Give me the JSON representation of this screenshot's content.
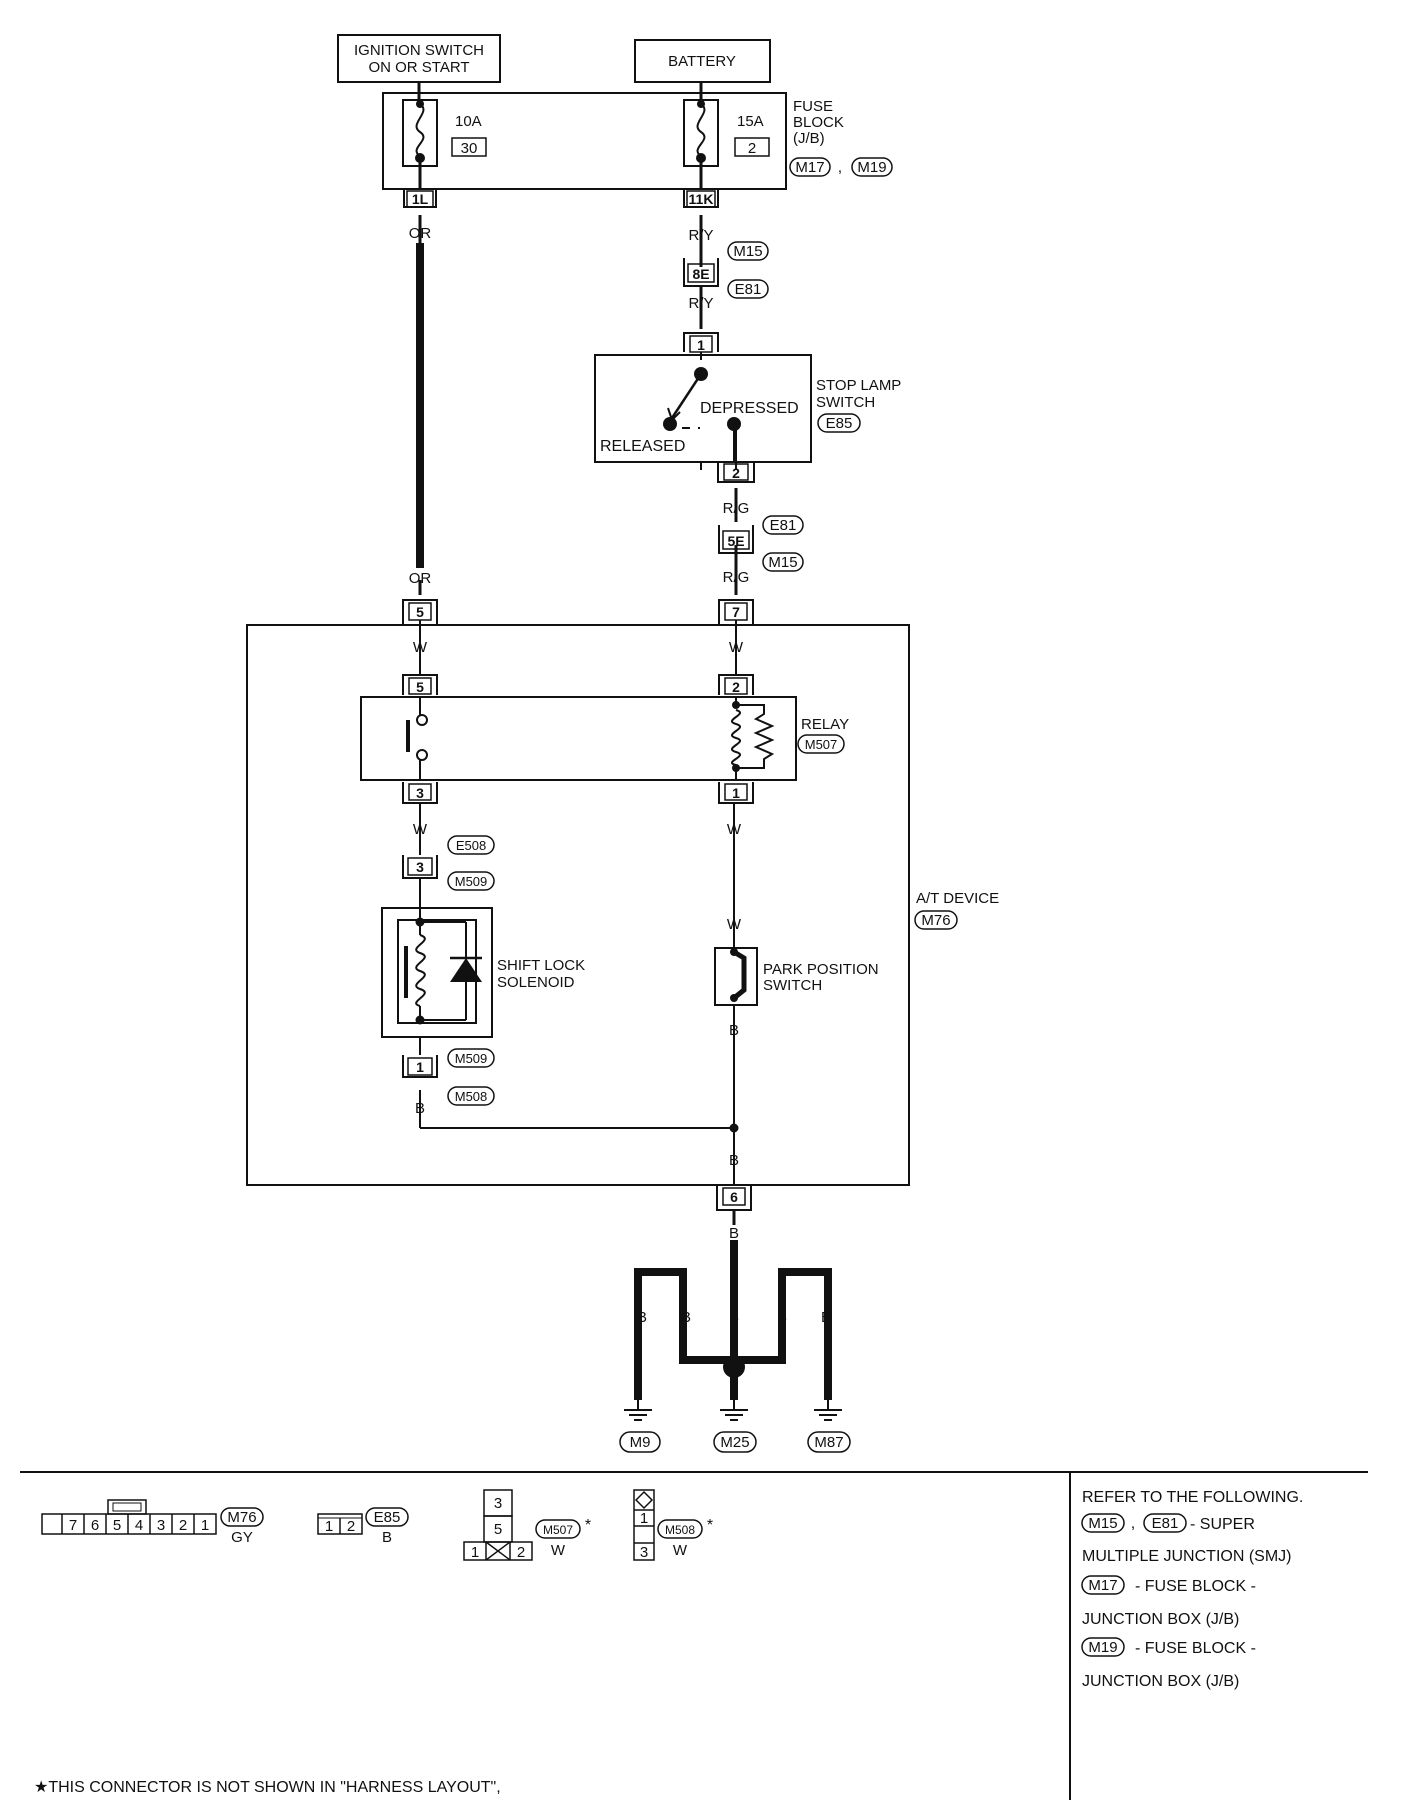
{
  "sources": {
    "ignition_l1": "IGNITION SWITCH",
    "ignition_l2": "ON OR START",
    "battery": "BATTERY"
  },
  "fuse_block": {
    "l1": "FUSE",
    "l2": "BLOCK",
    "l3": "(J/B)",
    "conn_a": "M17",
    "sep": ",",
    "conn_b": "M19",
    "fuse_left": {
      "rating": "10A",
      "number": "30",
      "pin": "1L"
    },
    "fuse_right": {
      "rating": "15A",
      "number": "2",
      "pin": "11K"
    }
  },
  "wires": {
    "or": "OR",
    "ry": "R/Y",
    "rg": "R/G",
    "w": "W",
    "b": "B"
  },
  "smj_top": {
    "pin": "8E",
    "conn_a": "M15",
    "conn_b": "E81"
  },
  "stop_lamp": {
    "l1": "STOP LAMP",
    "l2": "SWITCH",
    "conn": "E85",
    "depressed": "DEPRESSED",
    "released": "RELEASED",
    "pin_in": "1",
    "pin_out": "2"
  },
  "smj_bot": {
    "pin": "5E",
    "conn_a": "E81",
    "conn_b": "M15"
  },
  "at_device": {
    "l1": "A/T DEVICE",
    "conn": "M76",
    "pin_left": "5",
    "pin_right": "7",
    "pin_ground": "6"
  },
  "relay": {
    "label": "RELAY",
    "conn": "M507",
    "pin_tl": "5",
    "pin_bl": "3",
    "pin_tr": "2",
    "pin_br": "1"
  },
  "shift_lock": {
    "l1": "SHIFT LOCK",
    "l2": "SOLENOID",
    "pin_top": "3",
    "conn_top_a": "E508",
    "conn_top_b": "M509",
    "pin_bot": "1",
    "conn_bot_a": "M509",
    "conn_bot_b": "M508"
  },
  "park_switch": {
    "l1": "PARK POSITION",
    "l2": "SWITCH"
  },
  "grounds": {
    "g1": "M9",
    "g2": "M25",
    "g3": "M87"
  },
  "connectors": {
    "m76": {
      "conn": "M76",
      "color": "GY",
      "pins": [
        "7",
        "6",
        "5",
        "4",
        "3",
        "2",
        "1"
      ]
    },
    "e85": {
      "conn": "E85",
      "color": "B",
      "pins": [
        "1",
        "2"
      ]
    },
    "m507": {
      "conn": "M507",
      "color": "W",
      "star": "*",
      "pins": [
        "3",
        "5",
        "1",
        "2"
      ]
    },
    "m508": {
      "conn": "M508",
      "color": "W",
      "star": "*",
      "pins": [
        "1",
        "3"
      ]
    }
  },
  "refer": {
    "title": "REFER TO THE FOLLOWING.",
    "c1": "M15",
    "sep": ",",
    "c2": "E81",
    "t1": "- SUPER",
    "t1b": "MULTIPLE JUNCTION (SMJ)",
    "c3": "M17",
    "t2": "- FUSE BLOCK -",
    "t2b": "JUNCTION BOX (J/B)",
    "c4": "M19",
    "t3": "- FUSE BLOCK -",
    "t3b": "JUNCTION BOX (J/B)"
  },
  "footnote": "★THIS CONNECTOR IS NOT SHOWN IN \"HARNESS LAYOUT\","
}
